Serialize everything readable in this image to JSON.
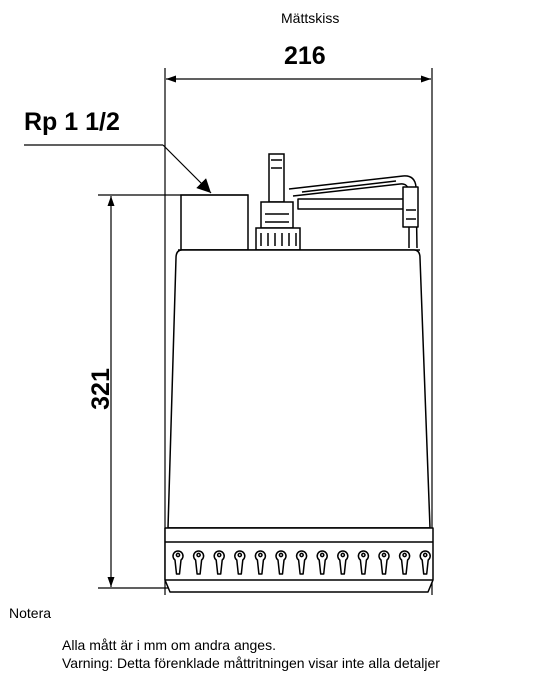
{
  "title": "Mättskiss",
  "dimensions": {
    "width": "216",
    "height": "321",
    "connection": "Rp 1 1/2"
  },
  "notes": {
    "heading": "Notera",
    "lines": [
      "Alla mått är i mm om andra anges.",
      "Varning: Detta förenklade måttritningen visar inte alla detaljer"
    ]
  }
}
